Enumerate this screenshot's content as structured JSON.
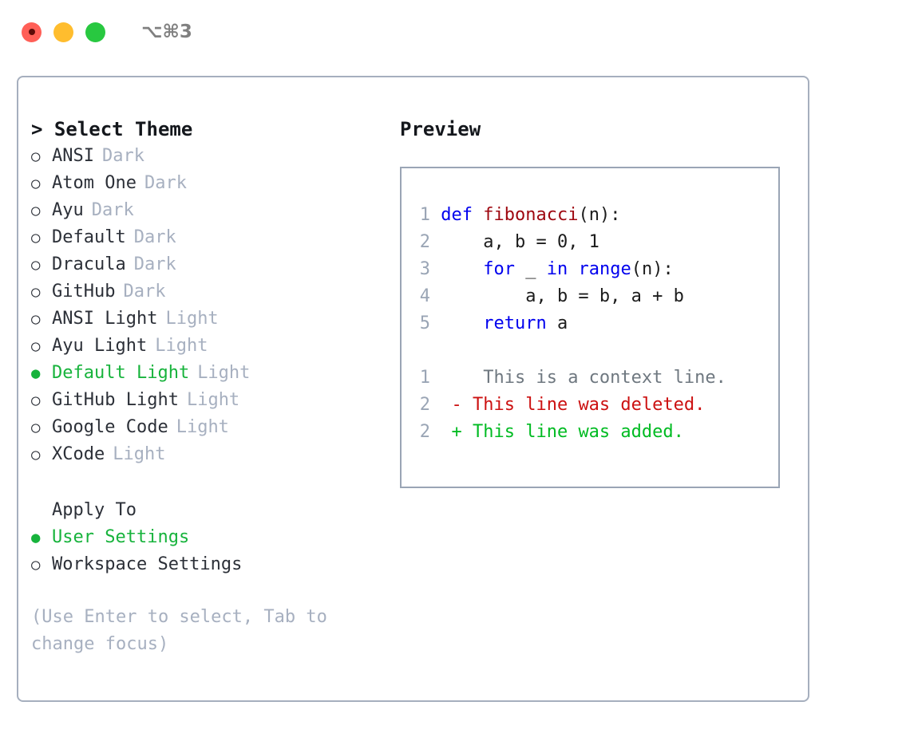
{
  "titlebar": {
    "lights": [
      "close-red",
      "minimize-yellow",
      "maximize-green"
    ],
    "shortcut": "⌥⌘3"
  },
  "theme_panel": {
    "heading": "> Select Theme",
    "bullet_selected": "●",
    "bullet_unselected": "○",
    "items": [
      {
        "label": "ANSI",
        "tag": "Dark",
        "selected": false
      },
      {
        "label": "Atom One",
        "tag": "Dark",
        "selected": false
      },
      {
        "label": "Ayu",
        "tag": "Dark",
        "selected": false
      },
      {
        "label": "Default",
        "tag": "Dark",
        "selected": false
      },
      {
        "label": "Dracula",
        "tag": "Dark",
        "selected": false
      },
      {
        "label": "GitHub",
        "tag": "Dark",
        "selected": false
      },
      {
        "label": "ANSI Light",
        "tag": "Light",
        "selected": false
      },
      {
        "label": "Ayu Light",
        "tag": "Light",
        "selected": false
      },
      {
        "label": "Default Light",
        "tag": "Light",
        "selected": true
      },
      {
        "label": "GitHub Light",
        "tag": "Light",
        "selected": false
      },
      {
        "label": "Google Code",
        "tag": "Light",
        "selected": false
      },
      {
        "label": "XCode",
        "tag": "Light",
        "selected": false
      }
    ]
  },
  "apply_to": {
    "heading": "Apply To",
    "items": [
      {
        "label": "User Settings",
        "selected": true
      },
      {
        "label": "Workspace Settings",
        "selected": false
      }
    ]
  },
  "hint": "(Use Enter to select, Tab to change focus)",
  "preview": {
    "heading": "Preview",
    "code": [
      {
        "no": "1",
        "tokens": [
          {
            "t": "def ",
            "c": "kw"
          },
          {
            "t": "fibonacci",
            "c": "fn"
          },
          {
            "t": "(n):",
            "c": "plain"
          }
        ]
      },
      {
        "no": "2",
        "tokens": [
          {
            "t": "    a, b = 0, 1",
            "c": "plain"
          }
        ]
      },
      {
        "no": "3",
        "tokens": [
          {
            "t": "    ",
            "c": "plain"
          },
          {
            "t": "for",
            "c": "kw"
          },
          {
            "t": " _ ",
            "c": "plain"
          },
          {
            "t": "in",
            "c": "kw"
          },
          {
            "t": " ",
            "c": "plain"
          },
          {
            "t": "range",
            "c": "kw"
          },
          {
            "t": "(n):",
            "c": "plain"
          }
        ]
      },
      {
        "no": "4",
        "tokens": [
          {
            "t": "        a, b = b, a + b",
            "c": "plain"
          }
        ]
      },
      {
        "no": "5",
        "tokens": [
          {
            "t": "    ",
            "c": "plain"
          },
          {
            "t": "return",
            "c": "kw"
          },
          {
            "t": " a",
            "c": "plain"
          }
        ]
      }
    ],
    "diff": [
      {
        "no": "1",
        "marker": " ",
        "text": "  This is a context line.",
        "kind": "ctx"
      },
      {
        "no": "2",
        "marker": "-",
        "text": " This line was deleted.",
        "kind": "del"
      },
      {
        "no": "2",
        "marker": "+",
        "text": " This line was added.",
        "kind": "add"
      }
    ]
  },
  "colors": {
    "accent_green": "#17b33c",
    "keyword_blue": "#0000ee",
    "function_red": "#9e0710",
    "diff_delete": "#cc1111",
    "diff_add": "#00bb22",
    "muted": "#a7b0c0",
    "border": "#a6afbe"
  }
}
